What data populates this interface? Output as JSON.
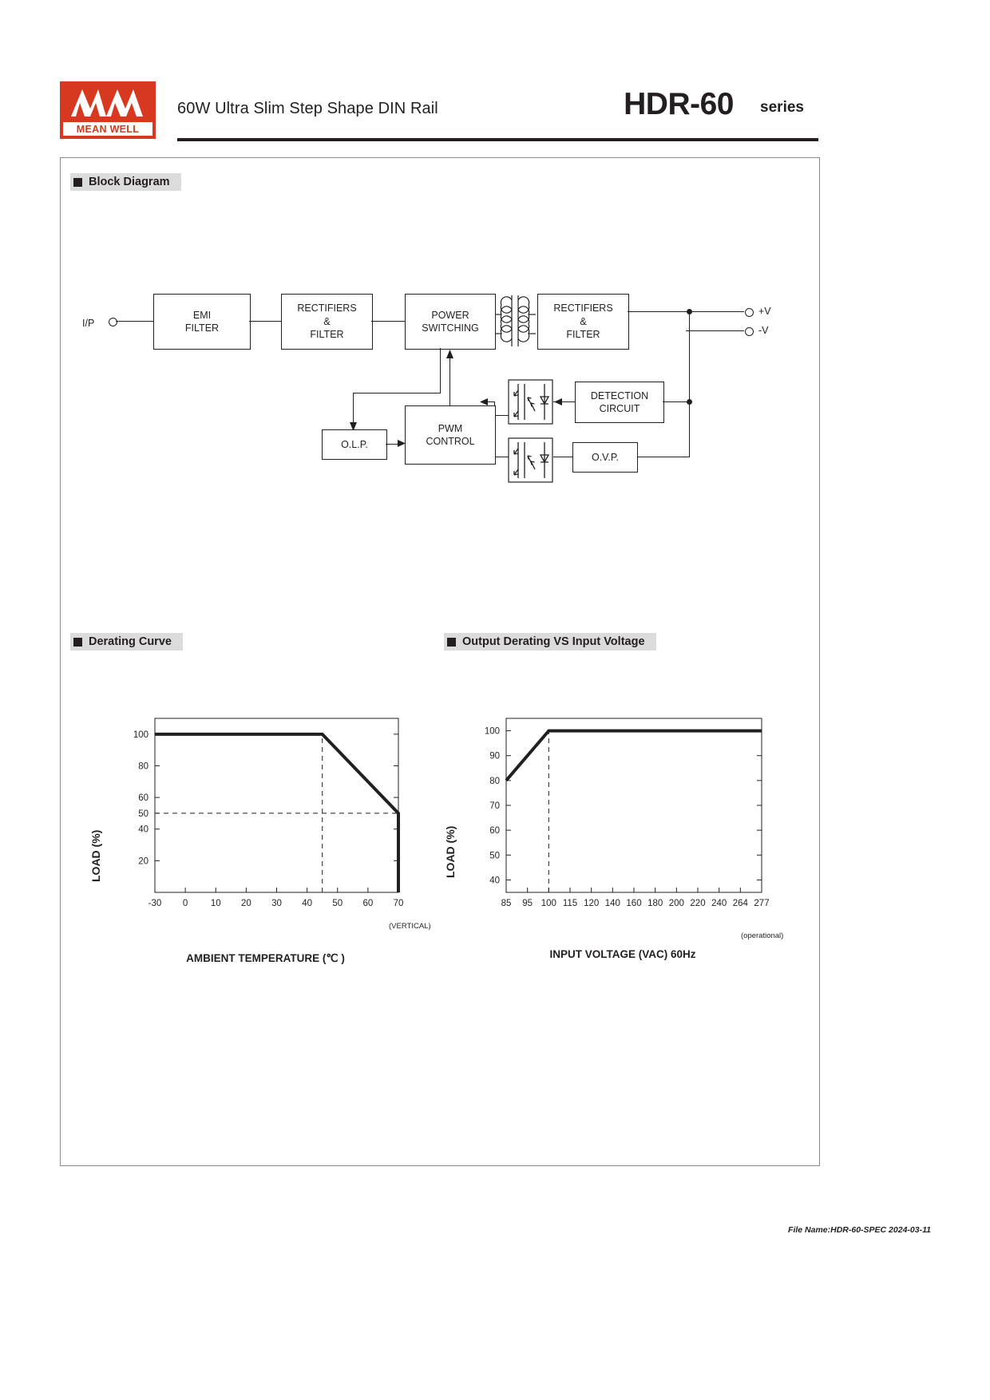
{
  "header": {
    "logo_brand": "MEAN WELL",
    "logo_mark": "MW",
    "title": "60W  Ultra Slim Step Shape DIN Rail",
    "model": "HDR-60",
    "series_label": "series"
  },
  "sections": {
    "block_diagram": "Block Diagram",
    "derating_curve": "Derating Curve",
    "output_derating": "Output Derating VS Input Voltage"
  },
  "block_diagram": {
    "input_label": "I/P",
    "output_pos": "+V",
    "output_neg": "-V",
    "blocks": [
      {
        "id": "emi",
        "lines": [
          "EMI",
          "FILTER"
        ]
      },
      {
        "id": "rect_in",
        "lines": [
          "RECTIFIERS",
          "&",
          "FILTER"
        ]
      },
      {
        "id": "power_sw",
        "lines": [
          "POWER",
          "SWITCHING"
        ]
      },
      {
        "id": "rect_out",
        "lines": [
          "RECTIFIERS",
          "&",
          "FILTER"
        ]
      },
      {
        "id": "detection",
        "lines": [
          "DETECTION",
          "CIRCUIT"
        ]
      },
      {
        "id": "olp",
        "lines": [
          "O.L.P."
        ]
      },
      {
        "id": "pwm",
        "lines": [
          "PWM",
          "CONTROL"
        ]
      },
      {
        "id": "ovp",
        "lines": [
          "O.V.P."
        ]
      }
    ]
  },
  "chart_data": [
    {
      "id": "derating-curve",
      "type": "line",
      "title": "Derating Curve",
      "xlabel": "AMBIENT TEMPERATURE (℃ )",
      "ylabel": "LOAD (%)",
      "xlim": [
        -30,
        75
      ],
      "ylim": [
        0,
        110
      ],
      "xticks": [
        "-30",
        "0",
        "10",
        "20",
        "30",
        "40",
        "50",
        "60",
        "70"
      ],
      "xtick_values": [
        -30,
        0,
        10,
        20,
        30,
        40,
        50,
        60,
        70
      ],
      "yticks": [
        "100",
        "80",
        "60",
        "50",
        "40",
        "20"
      ],
      "ytick_values": [
        100,
        80,
        60,
        50,
        40,
        20
      ],
      "axis_note": "(VERTICAL)",
      "grid": false,
      "series": [
        {
          "name": "load",
          "x": [
            -30,
            45,
            70,
            70
          ],
          "y": [
            100,
            100,
            50,
            0
          ]
        }
      ],
      "guides": [
        {
          "type": "vertical",
          "value": 45,
          "style": "dashed"
        },
        {
          "type": "horizontal",
          "value": 50,
          "style": "dashed"
        }
      ]
    },
    {
      "id": "output-derating-vs-input-voltage",
      "type": "line",
      "title": "Output Derating VS Input Voltage",
      "xlabel": "INPUT VOLTAGE (VAC) 60Hz",
      "ylabel": "LOAD (%)",
      "xlim": [
        85,
        277
      ],
      "ylim": [
        35,
        105
      ],
      "xticks": [
        "85",
        "95",
        "100",
        "115",
        "120",
        "140",
        "160",
        "180",
        "200",
        "220",
        "240",
        "264",
        "277"
      ],
      "xtick_values": [
        85,
        95,
        100,
        115,
        120,
        140,
        160,
        180,
        200,
        220,
        240,
        264,
        277
      ],
      "yticks": [
        "100",
        "90",
        "80",
        "70",
        "60",
        "50",
        "40"
      ],
      "ytick_values": [
        100,
        90,
        80,
        70,
        60,
        50,
        40
      ],
      "axis_note": "(operational)",
      "grid": false,
      "series": [
        {
          "name": "load",
          "x": [
            85,
            100,
            277
          ],
          "y": [
            80,
            100,
            100
          ]
        }
      ],
      "guides": [
        {
          "type": "vertical",
          "value": 100,
          "style": "dashed"
        }
      ]
    }
  ],
  "footer": {
    "file_name": "File Name:HDR-60-SPEC  2024-03-11"
  }
}
